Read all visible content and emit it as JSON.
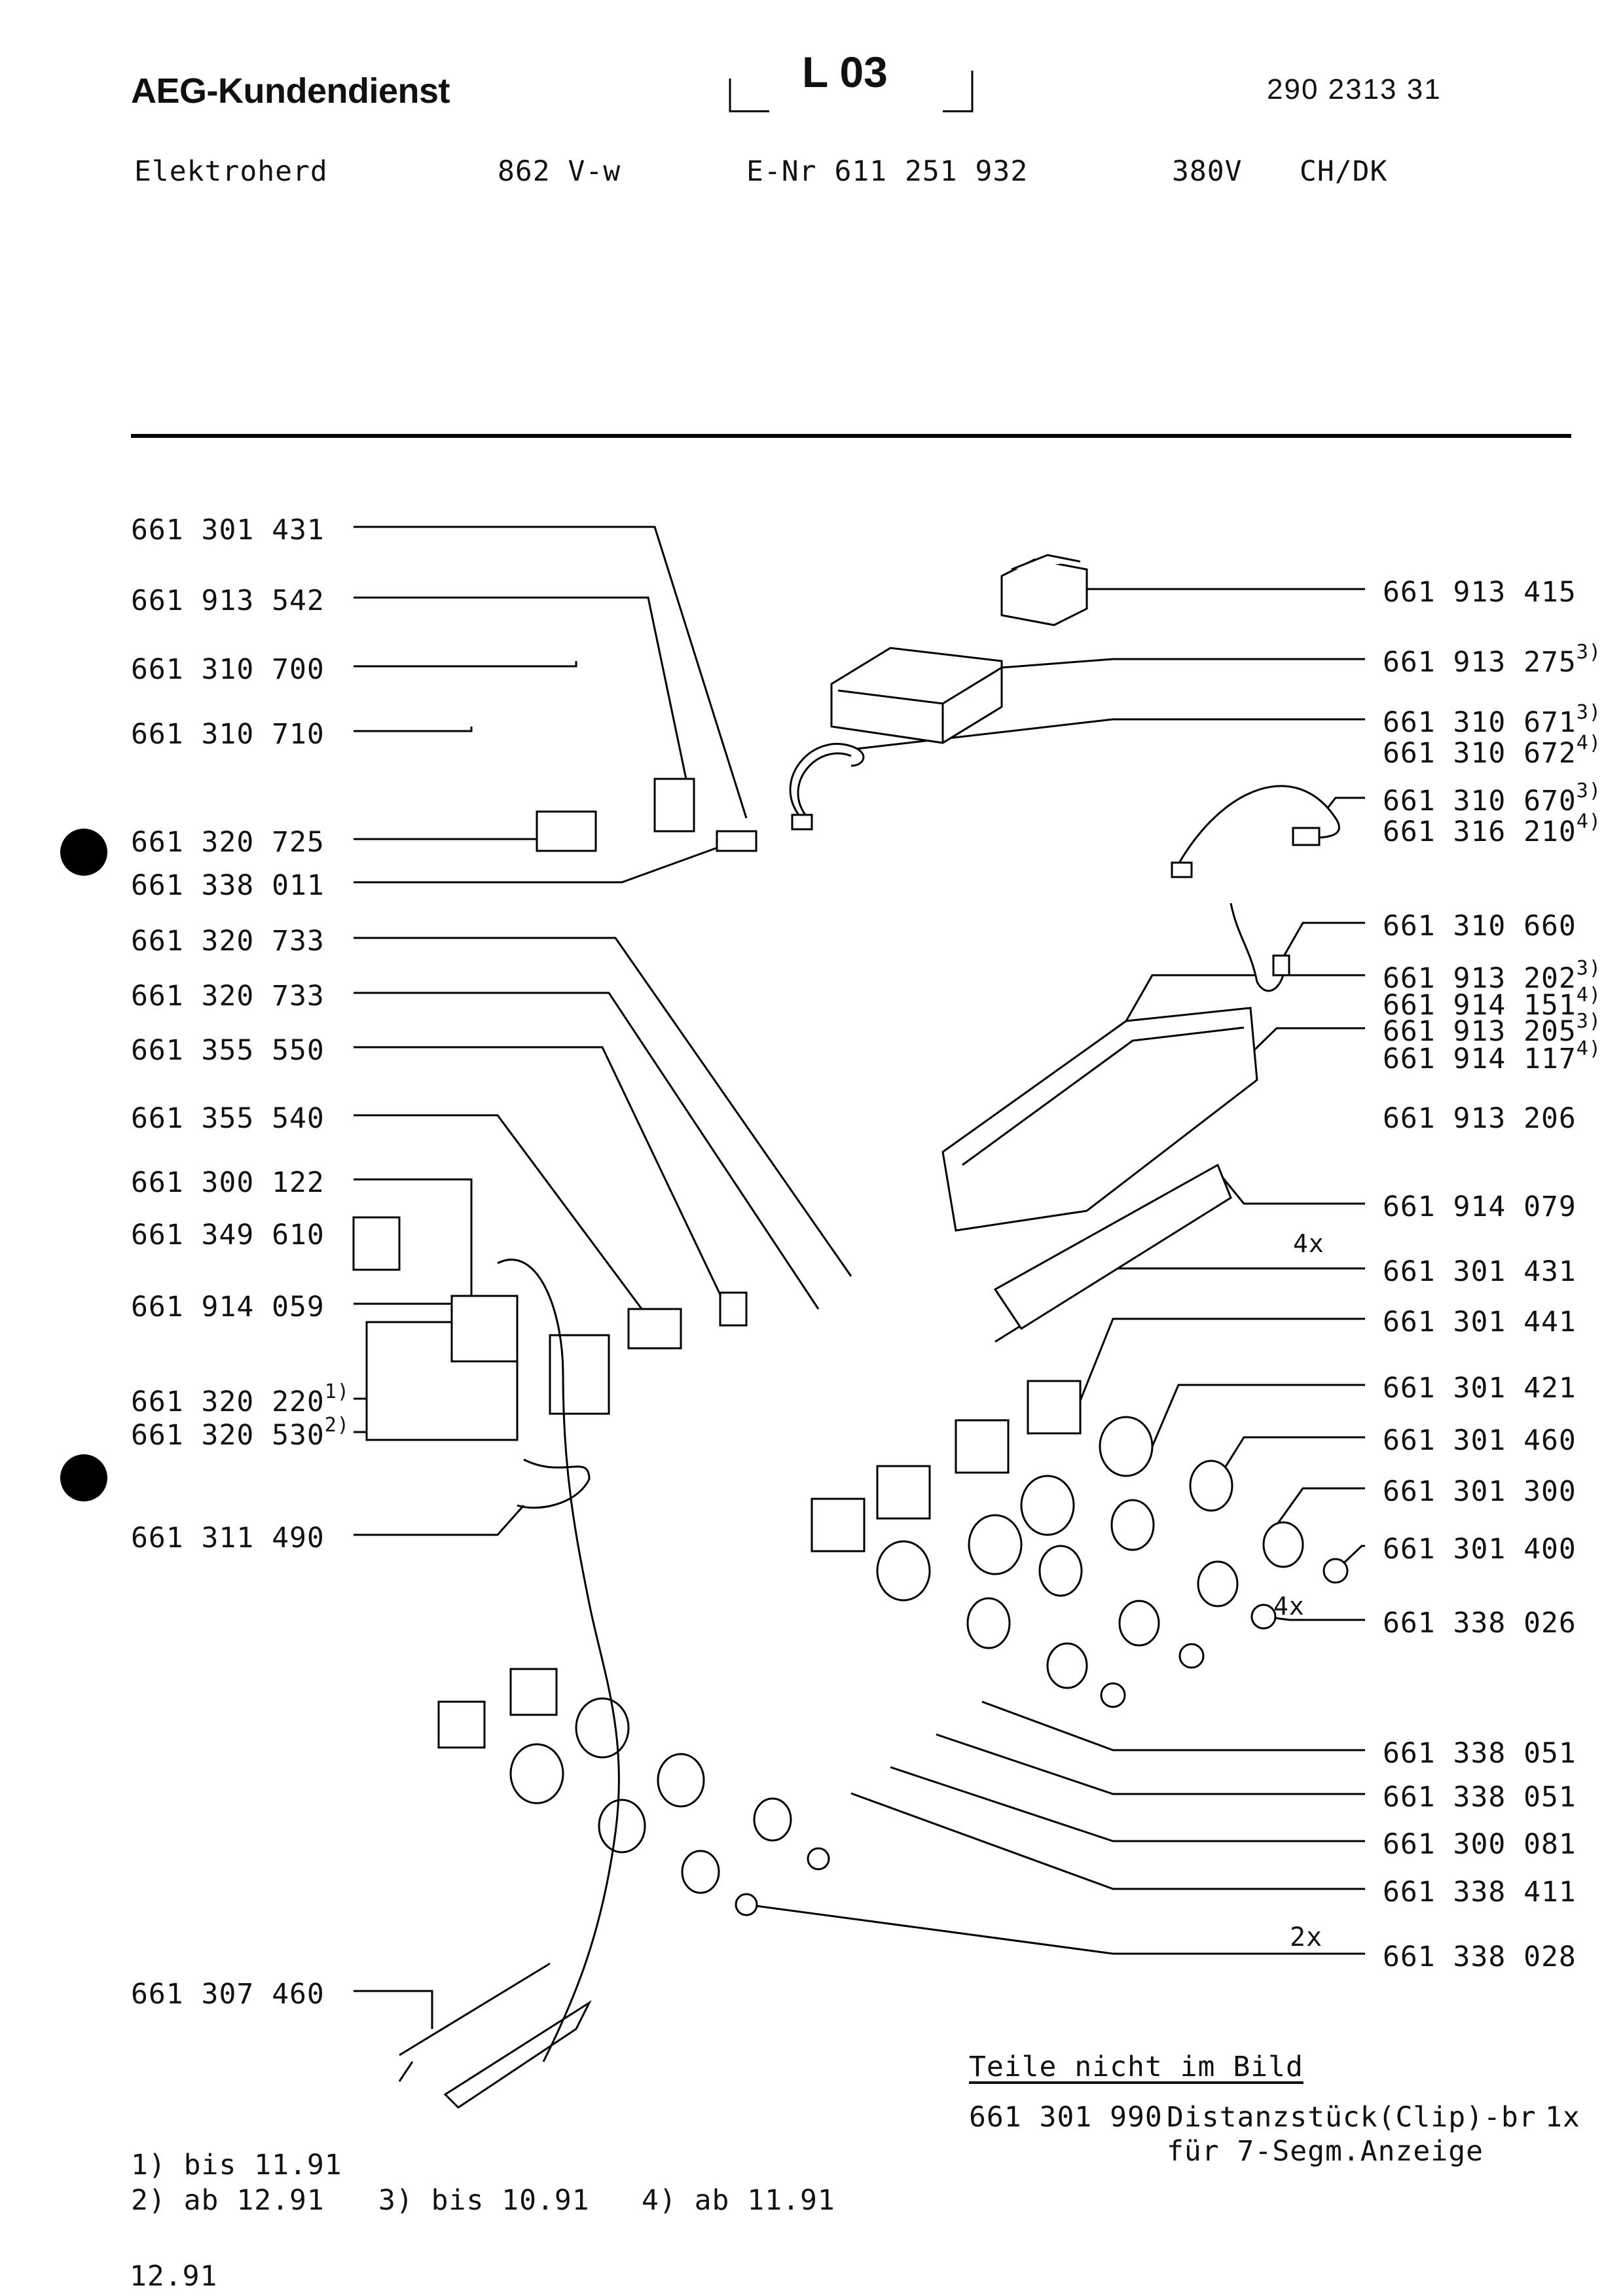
{
  "header": {
    "brand": "AEG-Kundendienst",
    "sheet": "L 03",
    "doc_number": "290 2313 31",
    "product": "Elektroherd",
    "model": "862 V-w",
    "enr": "E-Nr 611 251 932",
    "voltage": "380V",
    "country": "CH/DK"
  },
  "left_parts": [
    {
      "num": "661 301 431"
    },
    {
      "num": "661 913 542"
    },
    {
      "num": "661 310 700"
    },
    {
      "num": "661 310 710"
    },
    {
      "num": "661 320 725"
    },
    {
      "num": "661 338 011"
    },
    {
      "num": "661 320 733"
    },
    {
      "num": "661 320 733"
    },
    {
      "num": "661 355 550"
    },
    {
      "num": "661 355 540"
    },
    {
      "num": "661 300 122"
    },
    {
      "num": "661 349 610"
    },
    {
      "num": "661 914 059"
    },
    {
      "num": "661 320 220",
      "note": "1)"
    },
    {
      "num": "661 320 530",
      "note": "2)"
    },
    {
      "num": "661 311 490"
    },
    {
      "num": "661 307 460"
    }
  ],
  "right_parts": [
    {
      "num": "661 913 415"
    },
    {
      "num": "661 913 275",
      "note": "3)"
    },
    {
      "num": "661 310 671",
      "note": "3)"
    },
    {
      "num": "661 310 672",
      "note": "4)"
    },
    {
      "num": "661 310 670",
      "note": "3)"
    },
    {
      "num": "661 316 210",
      "note": "4)"
    },
    {
      "num": "661 310 660"
    },
    {
      "num": "661 913 202",
      "note": "3)"
    },
    {
      "num": "661 914 151",
      "note": "4)"
    },
    {
      "num": "661 913 205",
      "note": "3)"
    },
    {
      "num": "661 914 117",
      "note": "4)"
    },
    {
      "num": "661 913 206"
    },
    {
      "num": "661 914 079"
    },
    {
      "num": "661 301 431"
    },
    {
      "num": "661 301 441"
    },
    {
      "num": "661 301 421"
    },
    {
      "num": "661 301 460"
    },
    {
      "num": "661 301 300"
    },
    {
      "num": "661 301 400"
    },
    {
      "num": "661 338 026"
    },
    {
      "num": "661 338 051"
    },
    {
      "num": "661 338 051"
    },
    {
      "num": "661 300 081"
    },
    {
      "num": "661 338 411"
    },
    {
      "num": "661 338 028"
    }
  ],
  "quantities": {
    "q1": "4x",
    "q2": "4x",
    "q3": "2x"
  },
  "not_shown": {
    "title": "Teile nicht im Bild",
    "num": "661 301 990",
    "desc": "Distanzstück(Clip)-br",
    "qty": "1x",
    "desc2": "für 7-Segm.Anzeige"
  },
  "footnotes": {
    "f1": "1) bis 11.91",
    "f2": "2) ab  12.91",
    "f3": "3) bis 10.91",
    "f4": "4) ab 11.91"
  },
  "date": "12.91"
}
